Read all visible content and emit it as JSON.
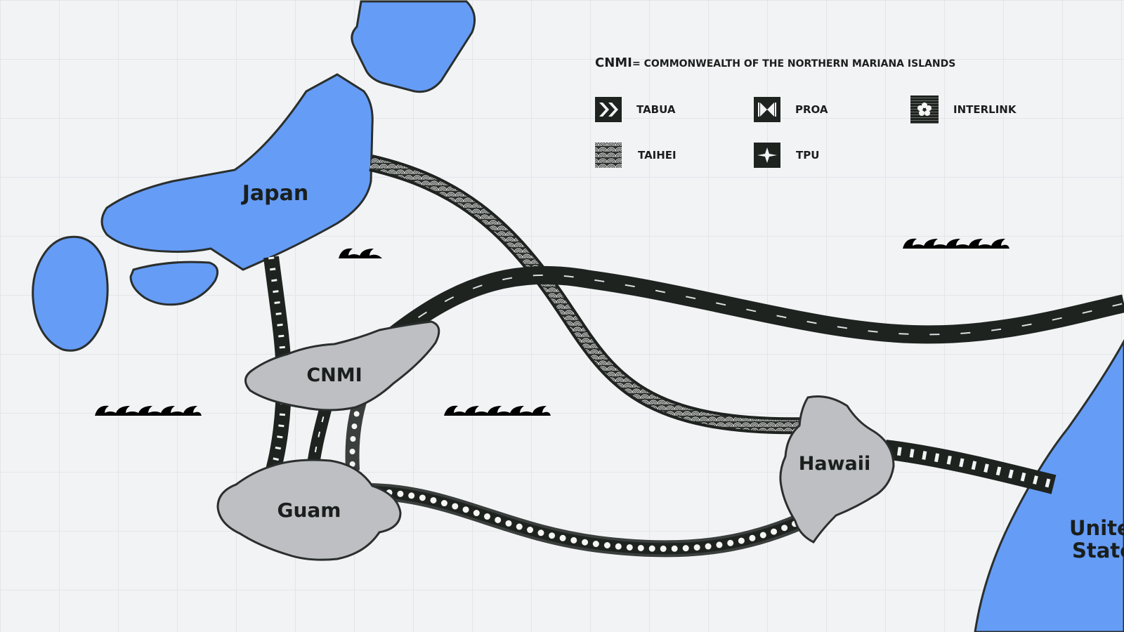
{
  "legend": {
    "note_abbr": "CNMI",
    "note_def": "= COMMONWEALTH OF THE NORTHERN MARIANA ISLANDS",
    "items": [
      {
        "label": "TABUA",
        "icon": "double-chevron-icon"
      },
      {
        "label": "PROA",
        "icon": "bowtie-icon"
      },
      {
        "label": "INTERLINK",
        "icon": "flower-icon"
      },
      {
        "label": "TAIHEI",
        "icon": "seigaiha-wave-icon"
      },
      {
        "label": "TPU",
        "icon": "four-point-star-icon"
      }
    ]
  },
  "places": {
    "japan": "Japan",
    "cnmi": "CNMI",
    "guam": "Guam",
    "hawaii": "Hawaii",
    "us_line1": "United",
    "us_line2": "States"
  },
  "colors": {
    "land": "#659cf6",
    "island": "#bdbfc3",
    "cable": "#1e2320",
    "outline": "#2a2f2d",
    "background": "#f2f3f5"
  }
}
